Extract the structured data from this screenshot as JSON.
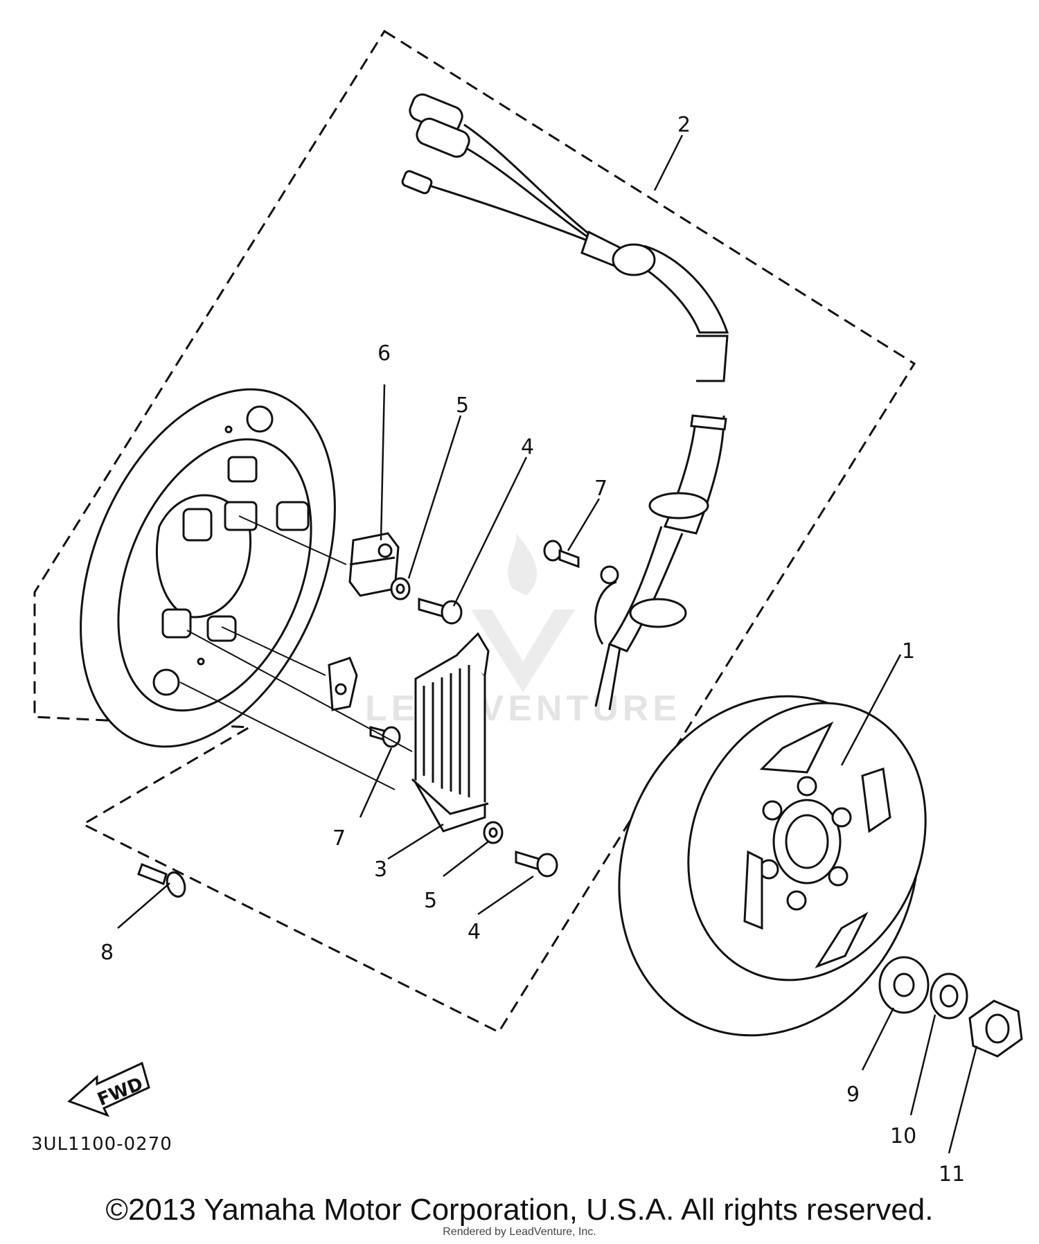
{
  "callouts": {
    "c1": "1",
    "c2": "2",
    "c3": "3",
    "c4a": "4",
    "c4b": "4",
    "c5a": "5",
    "c5b": "5",
    "c6": "6",
    "c7a": "7",
    "c7b": "7",
    "c8": "8",
    "c9": "9",
    "c10": "10",
    "c11": "11"
  },
  "fwd_label": "FWD",
  "diagram_ref": "3UL1100-0270",
  "watermark": "LEADVENTURE",
  "copyright": "©2013 Yamaha Motor Corporation, U.S.A. All rights reserved.",
  "rendered_by": "Rendered by LeadVenture, Inc."
}
